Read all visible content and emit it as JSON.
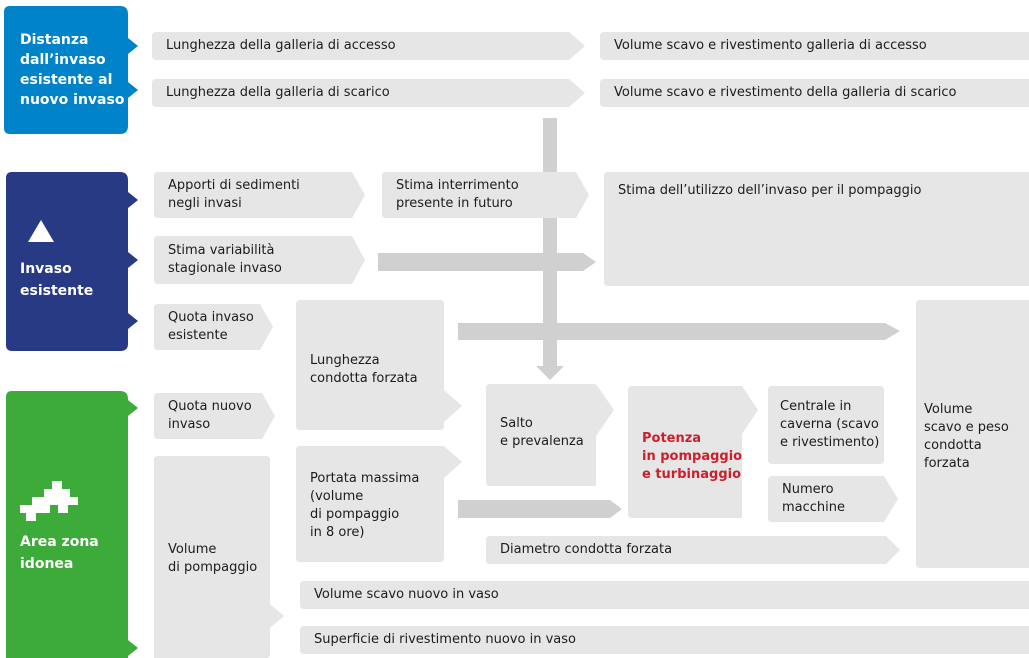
{
  "colors": {
    "blue": "#0083c9",
    "navy": "#293a84",
    "green": "#3cab3a",
    "box": "#e6e6e6",
    "arrow": "#d0d0d0",
    "highlight": "#cc1f2d"
  },
  "categories": {
    "distanza": {
      "label": "Distanza\ndall’invaso\nesistente al\nnuovo invaso"
    },
    "invaso_esistente": {
      "label": "Invaso\nesistente",
      "icon": "triangle-icon"
    },
    "area_zona": {
      "label": "Area zona\nidonea",
      "icon": "map-area-icon"
    }
  },
  "boxes": {
    "lunghezza_accesso": "Lunghezza della galleria di accesso",
    "lunghezza_scarico": "Lunghezza della galleria di scarico",
    "volume_accesso": "Volume scavo e rivestimento galleria di accesso",
    "volume_scarico": "Volume scavo e rivestimento della galleria di scarico",
    "apporti_sedimenti": "Apporti di sedimenti\nnegli invasi",
    "stima_interrimento": "Stima interrimento\npresente in futuro",
    "stima_utilizzo": "Stima dell’utilizzo dell’invaso per il pompaggio",
    "stima_variabilita": "Stima variabilità\nstagionale invaso",
    "quota_esistente": "Quota invaso\nesistente",
    "lunghezza_condotta": "Lunghezza\ncondotta forzata",
    "quota_nuovo": "Quota nuovo\ninvaso",
    "salto": "Salto\ne prevalenza",
    "potenza": "Potenza\nin pompaggio\ne turbinaggio",
    "centrale": "Centrale in\ncaverna (scavo\ne rivestimento)",
    "numero_macchine": "Numero\nmacchine",
    "volume_condotta": "Volume\nscavo e peso\ncondotta\nforzata",
    "volume_pompaggio": "Volume\ndi pompaggio",
    "portata_massima": "Portata massima\n(volume\ndi pompaggio\nin 8 ore)",
    "diametro_condotta": "Diametro condotta forzata",
    "volume_scavo_nuovo": "Volume scavo nuovo in vaso",
    "superficie_rivestimento": "Superficie di rivestimento nuovo in vaso"
  }
}
